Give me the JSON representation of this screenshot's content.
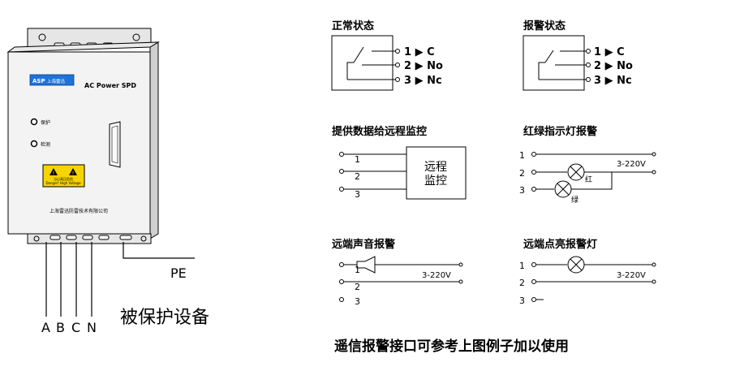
{
  "device": {
    "logo_text": "ASP",
    "logo_sub": "上海雷迅",
    "model": "AC Power SPD",
    "led_protect": "保护",
    "led_detect": "检测",
    "warning_cn": "当心高压危险",
    "warning_en": "Danger! High Voltage",
    "company": "上海雷迅防雷技术有限公司",
    "pe_label": "PE",
    "terminals": [
      "A",
      "B",
      "C",
      "N"
    ],
    "protected_equipment": "被保护设备"
  },
  "diagrams": {
    "normal": {
      "title": "正常状态",
      "outputs": [
        "1 ▶ C",
        "2 ▶ No",
        "3 ▶ Nc"
      ]
    },
    "alarm": {
      "title": "报警状态",
      "outputs": [
        "1 ▶ C",
        "2 ▶ No",
        "3 ▶ Nc"
      ]
    },
    "remote_monitor": {
      "title": "提供数据给远程监控",
      "pins": [
        "1",
        "2",
        "3"
      ],
      "box_line1": "远程",
      "box_line2": "监控"
    },
    "lamp_alarm": {
      "title": "红绿指示灯报警",
      "pins": [
        "1",
        "2",
        "3"
      ],
      "voltage": "3-220V",
      "red": "红",
      "green": "绿"
    },
    "sound_alarm": {
      "title": "远端声音报警",
      "pins": [
        "1",
        "2",
        "3"
      ],
      "voltage": "3-220V"
    },
    "light_alarm": {
      "title": "远端点亮报警灯",
      "pins": [
        "1",
        "2",
        "3"
      ],
      "voltage": "3-220V"
    }
  },
  "footer": "遥信报警接口可参考上图例子加以使用"
}
